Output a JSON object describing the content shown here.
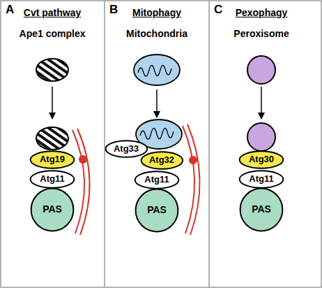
{
  "diagram": {
    "nodes": [
      {
        "text": [
          "Atg19"
        ]
      },
      {
        "text": [
          "Atg11"
        ]
      },
      {
        "text": [
          "PAS"
        ]
      },
      {
        "text": [
          "Atg33"
        ]
      },
      {
        "text": [
          "Atg32"
        ]
      },
      {
        "text": [
          "Atg11"
        ]
      },
      {
        "text": [
          "PAS"
        ]
      },
      {
        "text": [
          "Atg30"
        ]
      },
      {
        "text": [
          "Atg11"
        ]
      },
      {
        "text": [
          "PAS"
        ]
      }
    ],
    "labels": [
      "A",
      "Cvt pathway",
      "Ape1 complex",
      "B",
      "Mitophagy",
      "Mitochondria",
      "C",
      "Pexophagy",
      "Peroxisome"
    ]
  }
}
